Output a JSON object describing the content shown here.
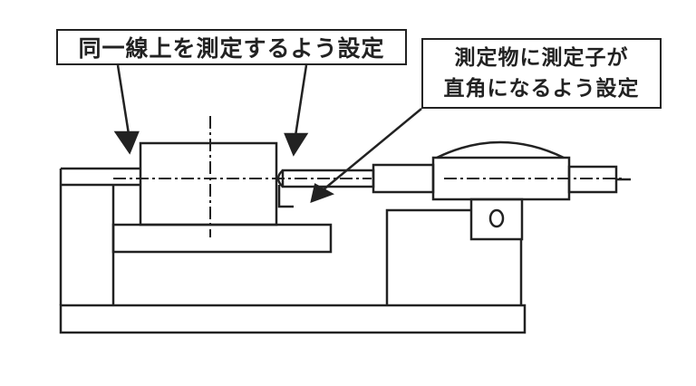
{
  "diagram": {
    "type": "technical-drawing",
    "subject": "micrometer measurement setup on base",
    "labels": {
      "same_line": "同一線上を測定するよう設定",
      "perpendicular_line1": "測定物に測定子が",
      "perpendicular_line2": "直角になるよう設定"
    },
    "gauge_dial_mark": "O",
    "colors": {
      "line": "#222222",
      "background": "#ffffff"
    }
  }
}
